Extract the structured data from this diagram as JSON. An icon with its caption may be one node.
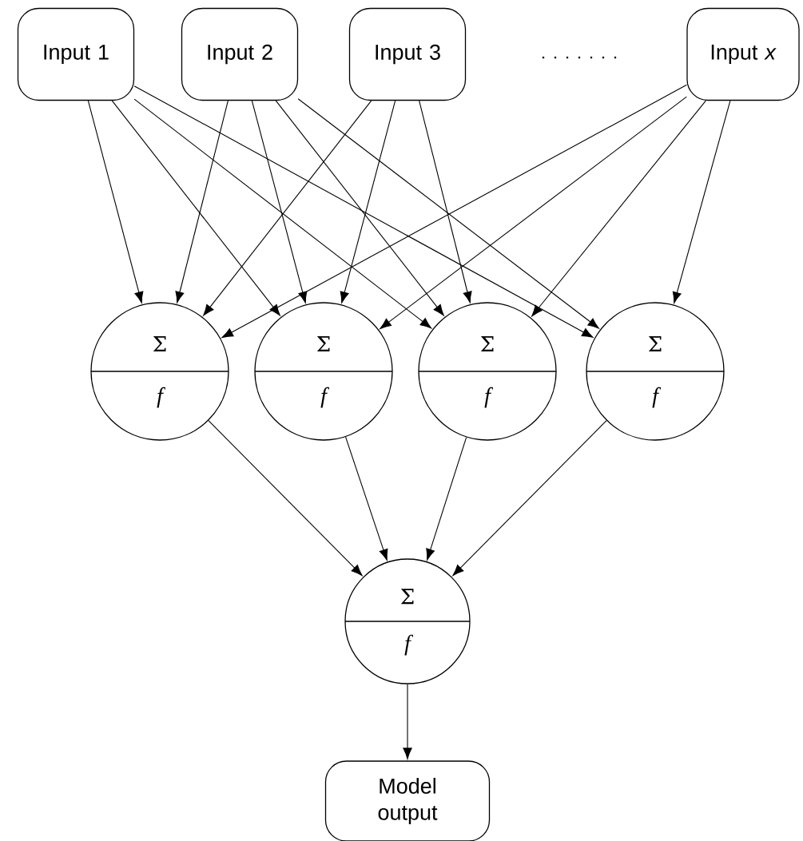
{
  "diagram": {
    "nodes": [
      {
        "text": [
          "Input 1"
        ]
      },
      {
        "text": [
          "Input 2"
        ]
      },
      {
        "text": [
          "Input 3"
        ]
      },
      {
        "text": [
          "Input *x*"
        ]
      },
      {
        "text": [
          "Σ",
          "f"
        ]
      },
      {
        "text": [
          "Σ",
          "f"
        ]
      },
      {
        "text": [
          "Σ",
          "f"
        ]
      },
      {
        "text": [
          "Σ",
          "f"
        ]
      },
      {
        "text": [
          "Σ",
          "f"
        ]
      },
      {
        "text": [
          "Model output"
        ]
      }
    ],
    "edges": [
      {
        "from": 0,
        "to": 4,
        "arrow": "to"
      },
      {
        "from": 0,
        "to": 5,
        "arrow": "to"
      },
      {
        "from": 0,
        "to": 6,
        "arrow": "to"
      },
      {
        "from": 0,
        "to": 7,
        "arrow": "to"
      },
      {
        "from": 1,
        "to": 4,
        "arrow": "to"
      },
      {
        "from": 1,
        "to": 5,
        "arrow": "to"
      },
      {
        "from": 1,
        "to": 6,
        "arrow": "to"
      },
      {
        "from": 1,
        "to": 7,
        "arrow": "to"
      },
      {
        "from": 2,
        "to": 4,
        "arrow": "to"
      },
      {
        "from": 2,
        "to": 5,
        "arrow": "to"
      },
      {
        "from": 2,
        "to": 6,
        "arrow": "to"
      },
      {
        "from": 3,
        "to": 4,
        "arrow": "to"
      },
      {
        "from": 3,
        "to": 5,
        "arrow": "to"
      },
      {
        "from": 3,
        "to": 6,
        "arrow": "to"
      },
      {
        "from": 3,
        "to": 7,
        "arrow": "to"
      },
      {
        "from": 4,
        "to": 8,
        "arrow": "to"
      },
      {
        "from": 5,
        "to": 8,
        "arrow": "to"
      },
      {
        "from": 6,
        "to": 8,
        "arrow": "to"
      },
      {
        "from": 7,
        "to": 8,
        "arrow": "to"
      },
      {
        "from": 8,
        "to": 9,
        "arrow": "to"
      }
    ]
  }
}
